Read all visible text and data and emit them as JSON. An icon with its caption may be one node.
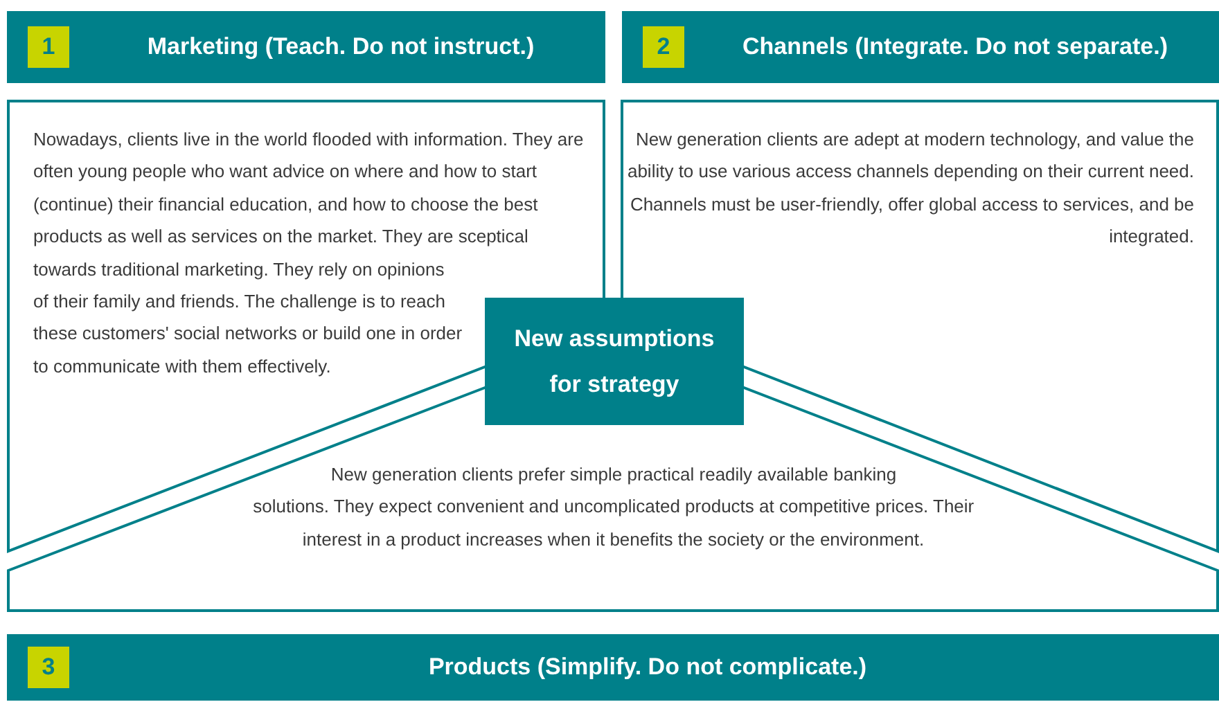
{
  "diagram": {
    "nodes": [
      {
        "text": [
          "Marketing (Teach. Do not instruct.)"
        ]
      },
      {
        "text": [
          "1"
        ],
        "in": 0
      },
      {
        "text": [
          "Nowadays, clients live in the world flooded with information. They are often young people who want advice on where and how to start (continue) their financial education, and how to choose the best products as well as services on the market. They are sceptical towards traditional marketing. They rely on opinions of their family and friends. The challenge is to reach these customers' social networks or build one in order to communicate with them effectively."
        ]
      },
      {
        "text": [
          "Channels (Integrate. Do not separate.)"
        ]
      },
      {
        "text": [
          "2"
        ],
        "in": 3
      },
      {
        "text": [
          "New generation clients are adept at modern technology, and value the ability to use various access channels depending on their current need. Channels must be user-friendly, offer global access to services, and be integrated."
        ]
      },
      {
        "text": [
          "New assumptions for strategy"
        ]
      },
      {
        "text": [
          "New generation clients prefer simple practical readily available banking solutions. They expect convenient and uncomplicated products at competitive prices. Their interest in a product increases when it benefits the society or the environment."
        ]
      },
      {
        "text": [
          "Products (Simplify. Do not complicate.)"
        ]
      },
      {
        "text": [
          "3"
        ],
        "in": 8
      }
    ]
  }
}
